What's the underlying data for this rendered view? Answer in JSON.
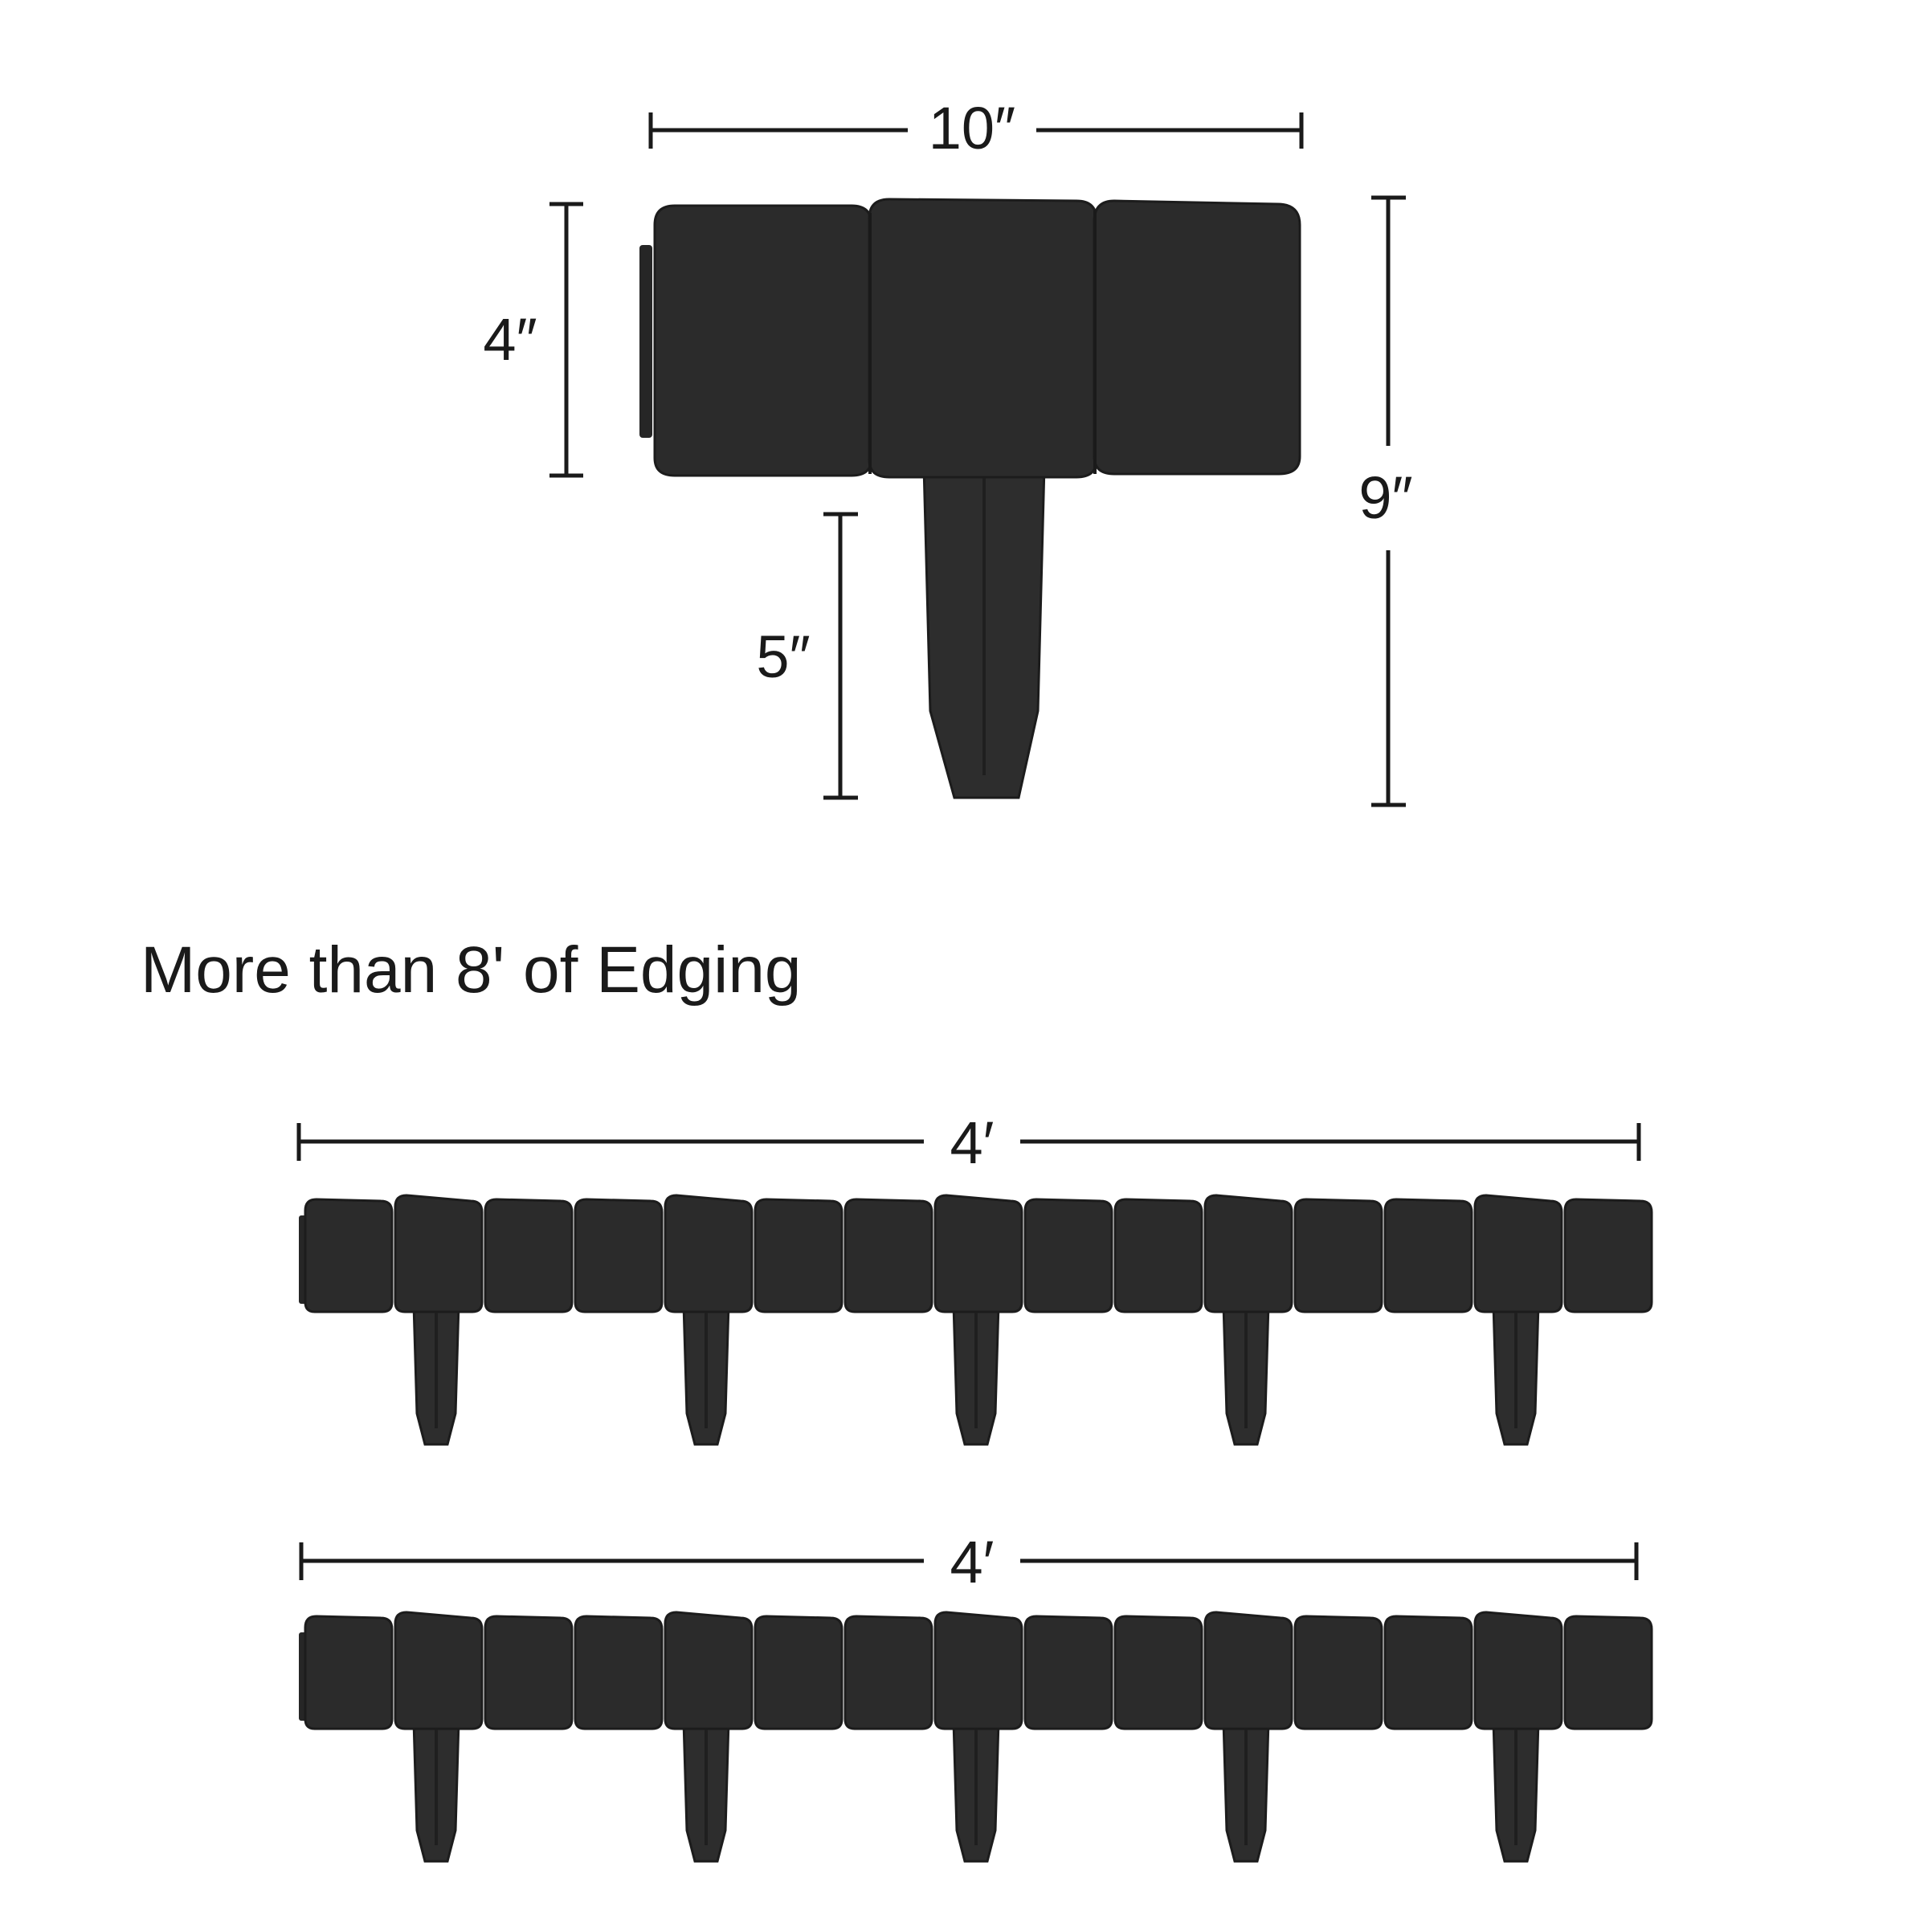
{
  "colors": {
    "background": "#ffffff",
    "edging": "#2b2b2b",
    "dimension_line": "#1a1a1a",
    "text": "#1a1a1a"
  },
  "single_piece": {
    "width_label": "10″",
    "block_height_label": "4″",
    "total_height_label": "9″",
    "stake_length_label": "5″"
  },
  "heading": "More than 8' of Edging",
  "rows": [
    {
      "length_label": "4′",
      "section_count": 5,
      "blocks_per_section": 3
    },
    {
      "length_label": "4′",
      "section_count": 5,
      "blocks_per_section": 3
    }
  ]
}
